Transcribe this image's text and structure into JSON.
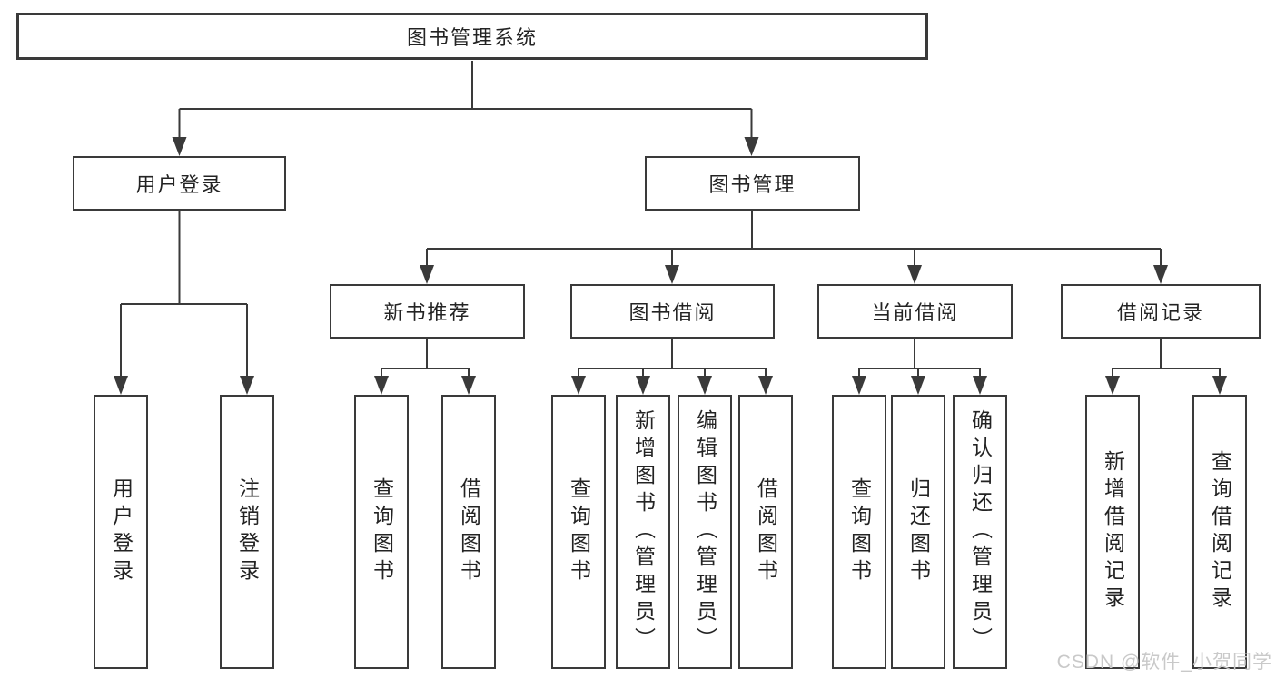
{
  "tree": {
    "label": "图书管理系统",
    "children": [
      {
        "label": "用户登录",
        "children": [
          {
            "label": "用户登录"
          },
          {
            "label": "注销登录"
          }
        ]
      },
      {
        "label": "图书管理",
        "children": [
          {
            "label": "新书推荐",
            "children": [
              {
                "label": "查询图书"
              },
              {
                "label": "借阅图书"
              }
            ]
          },
          {
            "label": "图书借阅",
            "children": [
              {
                "label": "查询图书"
              },
              {
                "label": "新增图书（管理员）"
              },
              {
                "label": "编辑图书（管理员）"
              },
              {
                "label": "借阅图书"
              }
            ]
          },
          {
            "label": "当前借阅",
            "children": [
              {
                "label": "查询图书"
              },
              {
                "label": "归还图书"
              },
              {
                "label": "确认归还（管理员）"
              }
            ]
          },
          {
            "label": "借阅记录",
            "children": [
              {
                "label": "新增借阅记录"
              },
              {
                "label": "查询借阅记录"
              }
            ]
          }
        ]
      }
    ]
  },
  "watermark": "CSDN @软件_小贺同学",
  "colors": {
    "line": "#3a3a3a",
    "box_border": "#3a3a3a",
    "text": "#232323",
    "watermark_text": "#c9c9c9",
    "background": "#ffffff"
  }
}
